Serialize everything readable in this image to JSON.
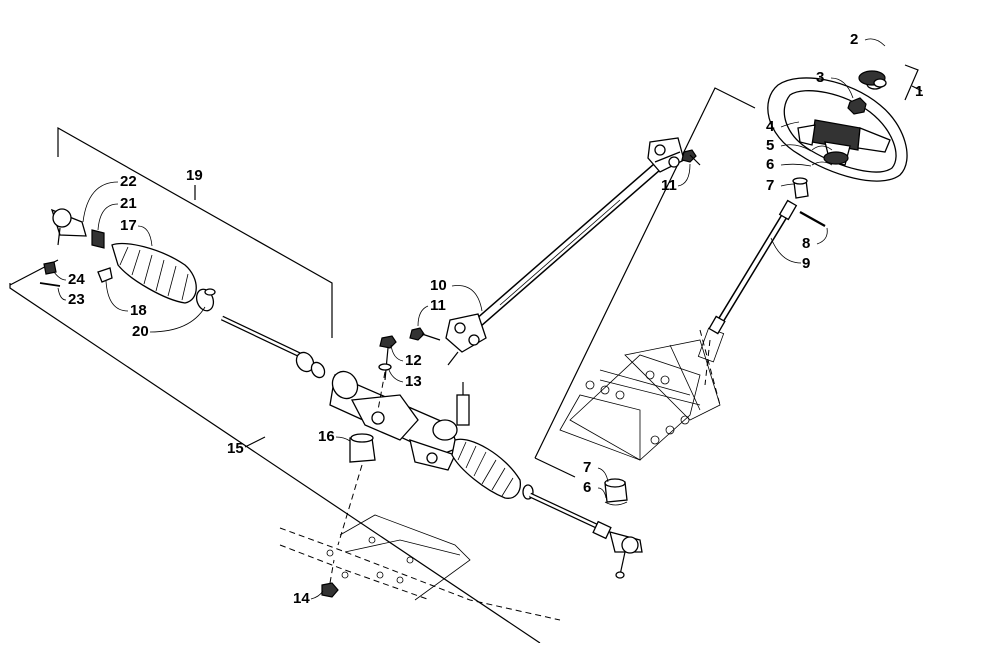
{
  "diagram": {
    "callouts": [
      "1",
      "2",
      "3",
      "4",
      "5",
      "6",
      "7",
      "8",
      "9",
      "10",
      "11",
      "11",
      "12",
      "13",
      "14",
      "15",
      "16",
      "17",
      "18",
      "19",
      "20",
      "21",
      "22",
      "23",
      "24",
      "7",
      "6"
    ]
  },
  "parts": {
    "steering_wheel": "steering-wheel",
    "column": "steering-shaft",
    "rack": "steering-rack",
    "intermediate_shaft": "intermediate-shaft",
    "frame_upper": "frame-bracket",
    "frame_lower": "floor-frame"
  }
}
